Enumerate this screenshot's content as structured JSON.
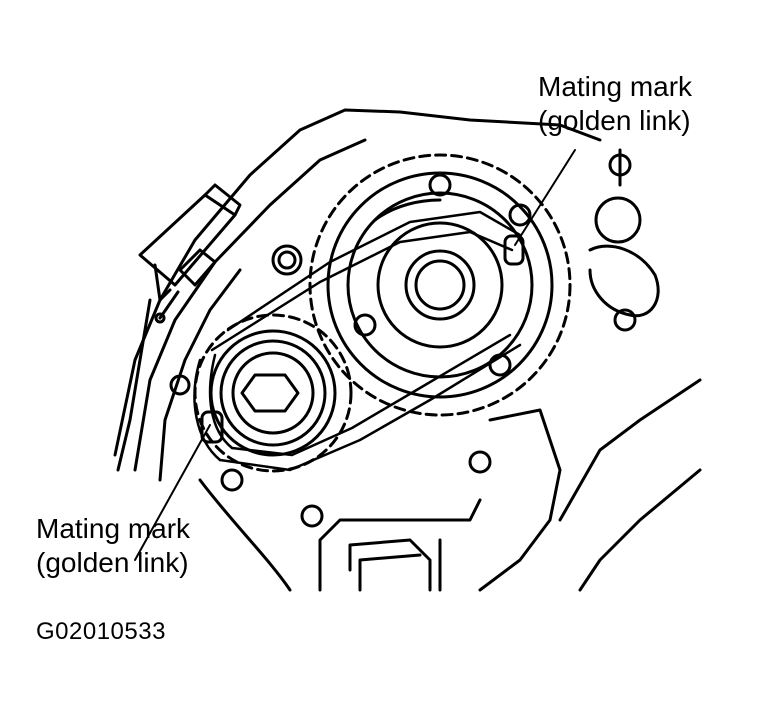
{
  "callouts": {
    "top": {
      "line1": "Mating mark",
      "line2": "(golden link)"
    },
    "bottom": {
      "line1": "Mating mark",
      "line2": "(golden link)"
    }
  },
  "figure_id": "G02010533",
  "colors": {
    "ink": "#000000",
    "paper": "#ffffff"
  }
}
